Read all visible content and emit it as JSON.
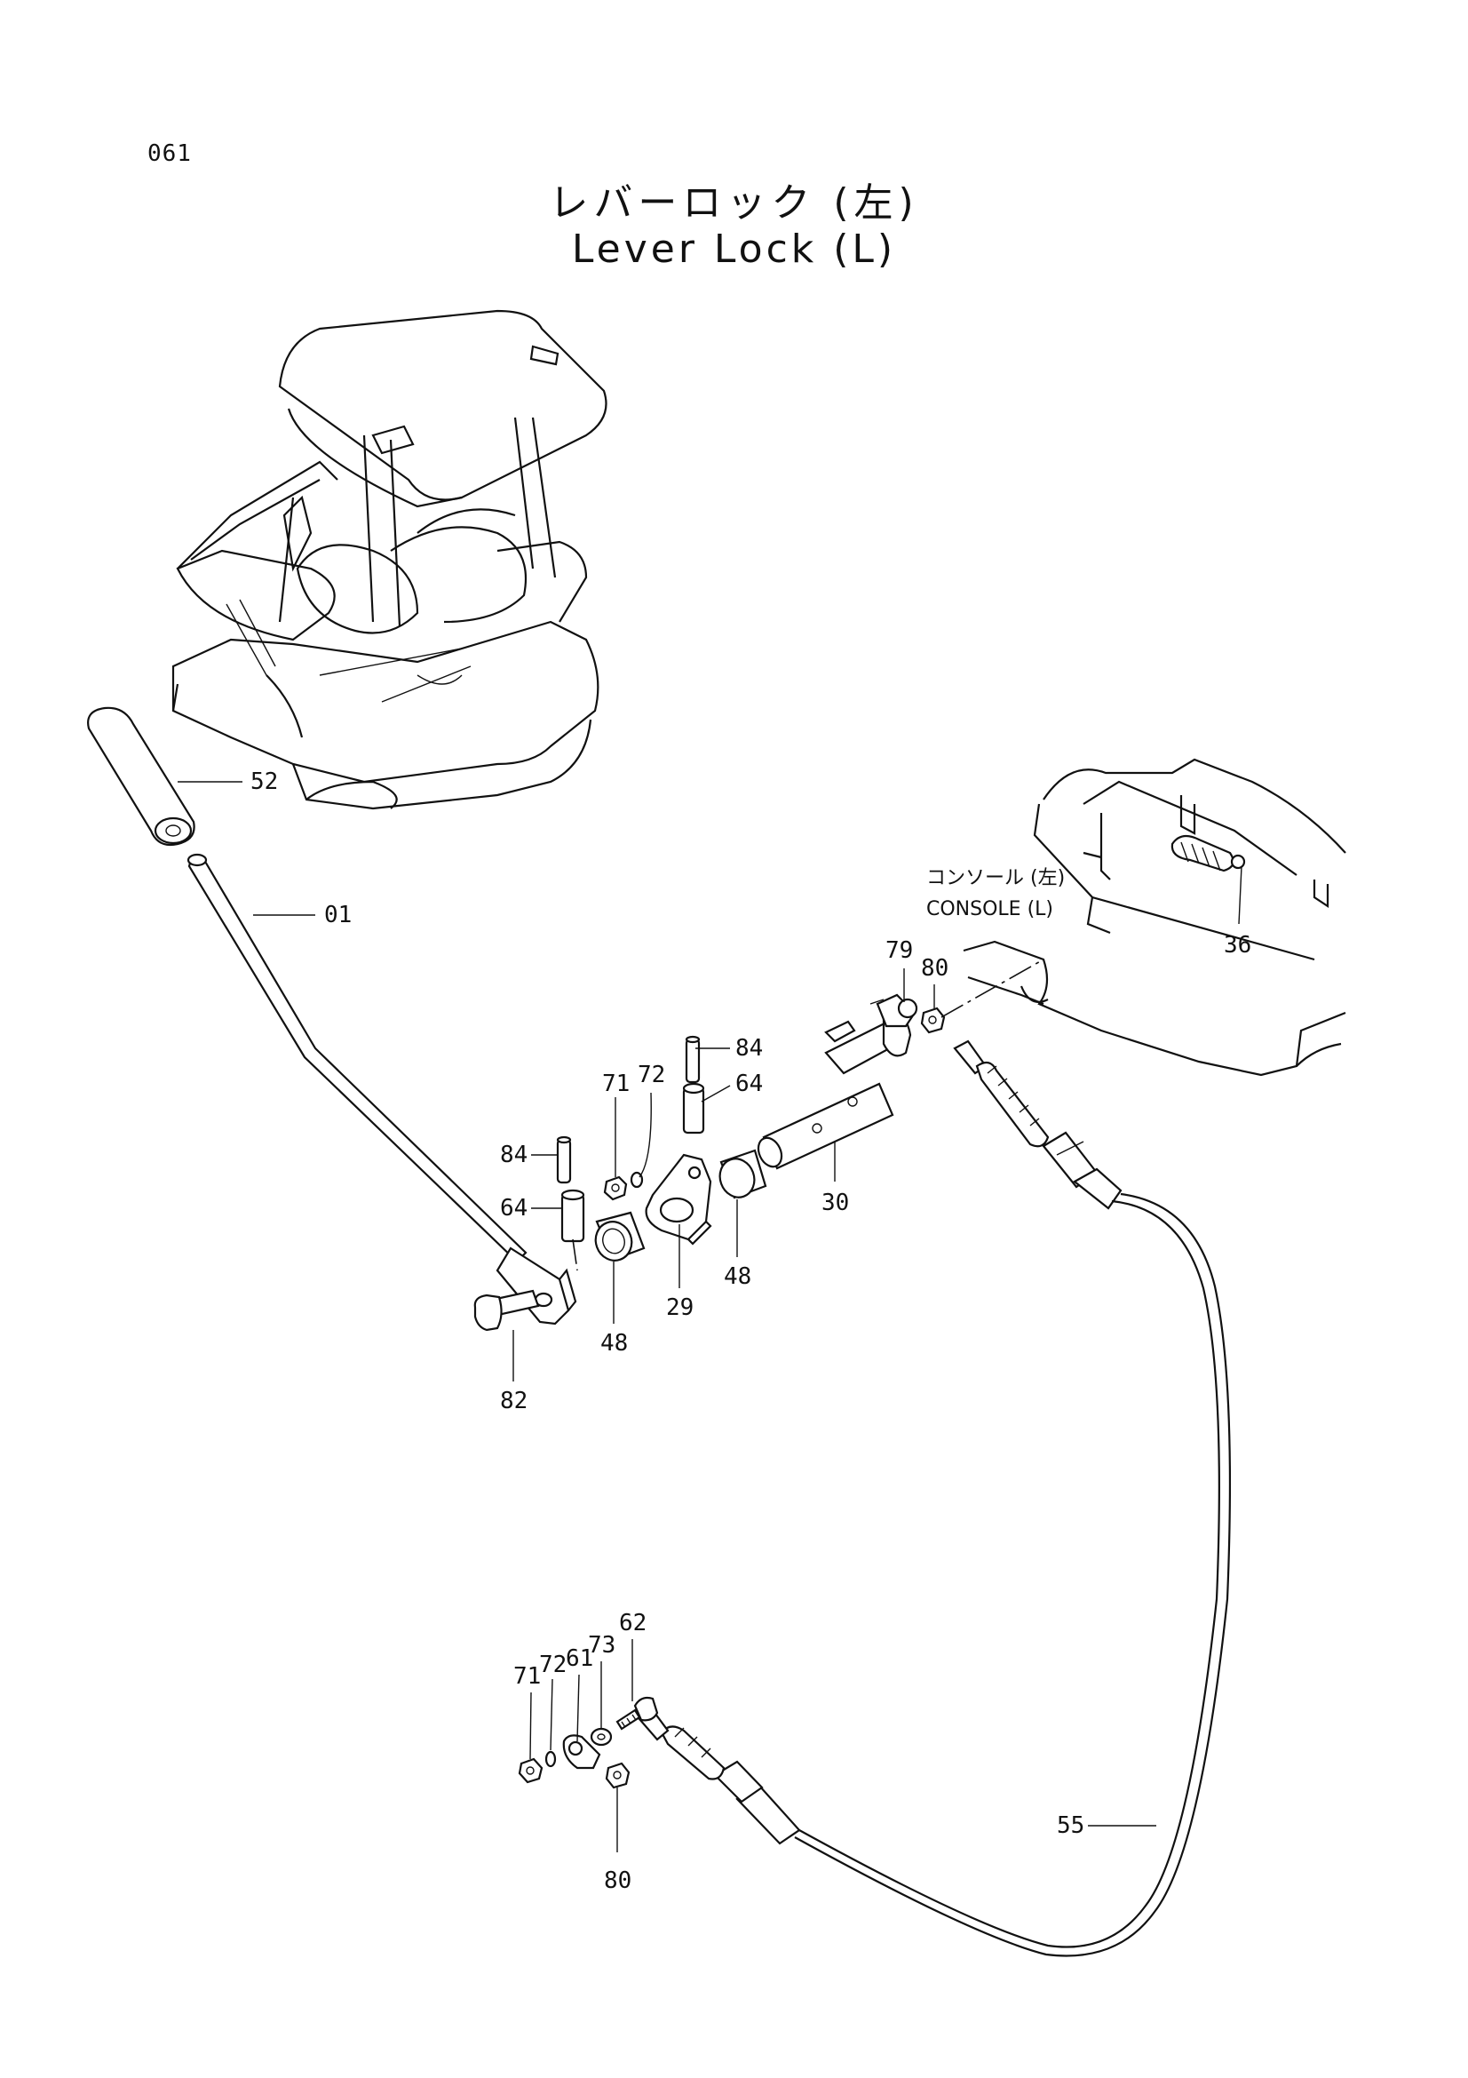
{
  "page_number": "061",
  "title_jp": "レバーロック (左)",
  "title_en": "Lever Lock (L)",
  "console_note": {
    "jp": "コンソール (左)",
    "en": "CONSOLE (L)"
  },
  "callouts": {
    "c52": "52",
    "c01": "01",
    "c36": "36",
    "c79": "79",
    "c80a": "80",
    "c84a": "84",
    "c64a": "64",
    "c71a": "71",
    "c72a": "72",
    "c84b": "84",
    "c64b": "64",
    "c30": "30",
    "c48a": "48",
    "c48b": "48",
    "c29": "29",
    "c82": "82",
    "c62": "62",
    "c73": "73",
    "c61": "61",
    "c72b": "72",
    "c71b": "71",
    "c55": "55",
    "c80b": "80"
  }
}
